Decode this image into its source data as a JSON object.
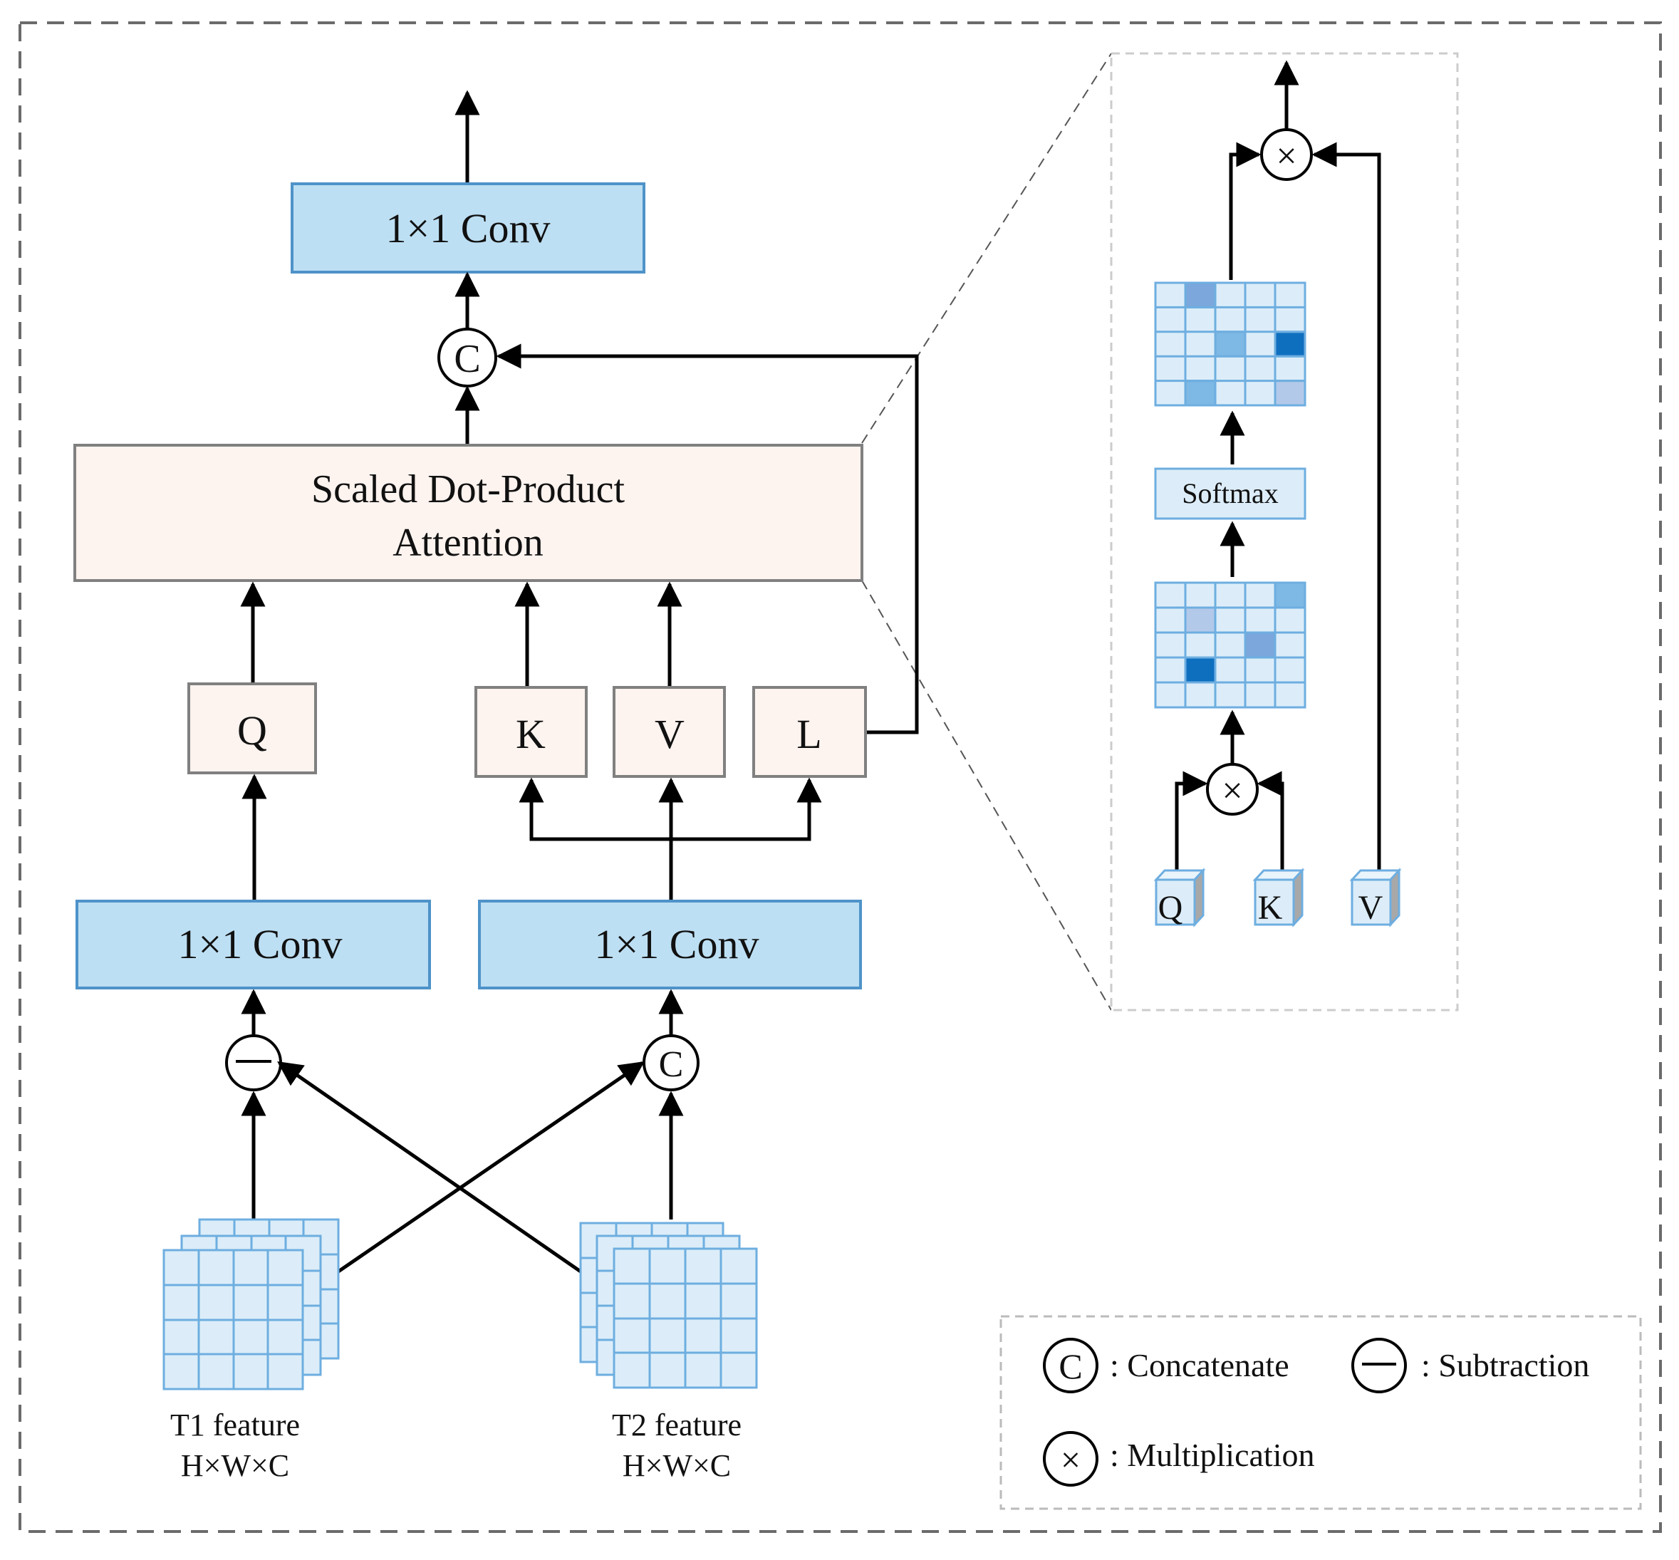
{
  "blocks": {
    "top_conv": "1×1 Conv",
    "attention_line1": "Scaled Dot-Product",
    "attention_line2": "Attention",
    "q": "Q",
    "k": "K",
    "v": "V",
    "l": "L",
    "left_conv": "1×1 Conv",
    "right_conv": "1×1 Conv"
  },
  "operators": {
    "concat": "C",
    "subtract": "−",
    "multiply": "×"
  },
  "inputs": {
    "t1_label": "T1 feature",
    "t1_dims": "H×W×C",
    "t2_label": "T2 feature",
    "t2_dims": "H×W×C"
  },
  "detail": {
    "softmax": "Softmax",
    "q": "Q",
    "k": "K",
    "v": "V"
  },
  "legend": {
    "concatenate": ": Concatenate",
    "subtraction": ": Subtraction",
    "multiplication": ": Multiplication"
  },
  "colors": {
    "conv_fill": "#bddff3",
    "conv_stroke": "#4e93c9",
    "pink_fill": "#fdf3ef",
    "gray_stroke": "#808080",
    "grid_fill": "#dcedf9",
    "grid_stroke": "#6eaee0",
    "matrix_mid": "#7eb8e4",
    "matrix_dark": "#0f6fbf",
    "matrix_light": "#b3c9ea"
  }
}
